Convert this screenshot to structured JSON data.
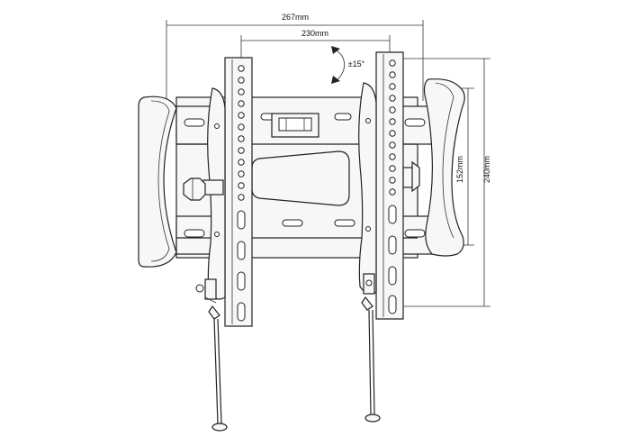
{
  "dimensions": {
    "overall_width": "267mm",
    "hole_spacing_width": "230mm",
    "tilt": "±15°",
    "inner_height": "152mm",
    "overall_height": "240mm"
  }
}
